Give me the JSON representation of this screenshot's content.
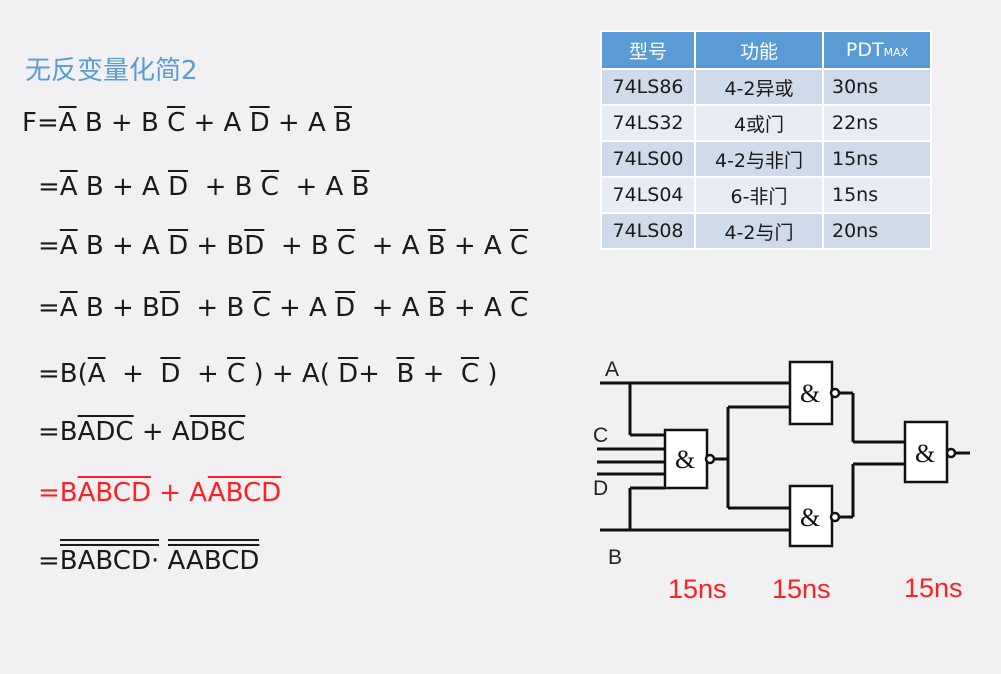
{
  "title": "无反变量化简2",
  "equations": {
    "l1": [
      "F=",
      "A",
      "B + B",
      "C",
      "+ A",
      "D",
      "+ A",
      "B"
    ],
    "l2": [
      "=",
      "A",
      "B + A",
      "D",
      "+ B",
      "C",
      "+ A",
      "B"
    ],
    "l3": [
      "=",
      "A",
      "B + A",
      "D",
      "+ B",
      "D",
      "+ B",
      "C",
      "+ A",
      "B",
      "+ A",
      "C"
    ],
    "l4": [
      "=",
      "A",
      "B + B",
      "D",
      "+ B",
      "C",
      "+ A",
      "D",
      "+ A",
      "B",
      "+ A",
      "C"
    ],
    "l5": [
      "=B(",
      "A",
      "+",
      "D",
      "+",
      "C",
      ") + A(",
      "D",
      "+",
      "B",
      "+",
      "C",
      ")"
    ],
    "l6": [
      "=B",
      "ADC",
      "+ A",
      "DBC"
    ],
    "l7": [
      "=B",
      "ABCD",
      "+ A",
      "ABCD"
    ],
    "l8": [
      "=",
      "B",
      "ABCD",
      "·",
      "A",
      "ABCD"
    ]
  },
  "table": {
    "headers": [
      "型号",
      "功能",
      "PDT",
      "MAX"
    ],
    "rows": [
      [
        "74LS86",
        "4-2异或",
        "30ns"
      ],
      [
        "74LS32",
        "4或门",
        "22ns"
      ],
      [
        "74LS00",
        "4-2与非门",
        "15ns"
      ],
      [
        "74LS04",
        "6-非门",
        "15ns"
      ],
      [
        "74LS08",
        "4-2与门",
        "20ns"
      ]
    ]
  },
  "circuit": {
    "inputs": [
      "A",
      "C",
      "D",
      "B"
    ],
    "gate_symbol": "&",
    "delays": [
      "15ns",
      "15ns",
      "15ns"
    ]
  },
  "colors": {
    "title": "#5b9bd5",
    "highlight": "#ff2121",
    "table_header": "#5b9bd5"
  }
}
